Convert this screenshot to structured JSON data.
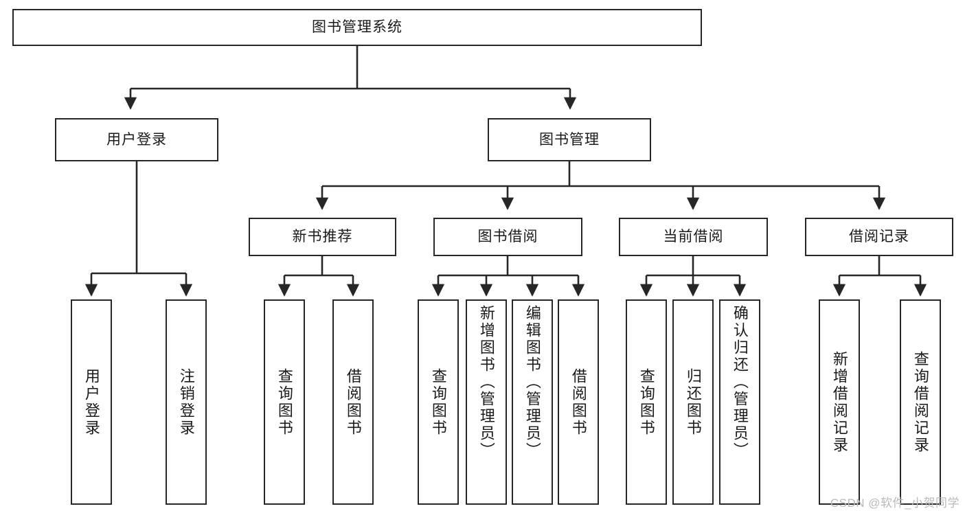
{
  "diagram": {
    "title": "图书管理系统",
    "type": "tree-hierarchy-diagram",
    "root": {
      "label": "图书管理系统"
    },
    "level2": [
      {
        "label": "用户登录"
      },
      {
        "label": "图书管理"
      }
    ],
    "level3": [
      {
        "label": "新书推荐"
      },
      {
        "label": "图书借阅"
      },
      {
        "label": "当前借阅"
      },
      {
        "label": "借阅记录"
      }
    ],
    "leaves": {
      "user_login": [
        {
          "label": "用户登录"
        },
        {
          "label": "注销登录"
        }
      ],
      "new_book_recommend": [
        {
          "label": "查询图书"
        },
        {
          "label": "借阅图书"
        }
      ],
      "book_borrow": [
        {
          "label": "查询图书"
        },
        {
          "label": "新增图书（管理员）"
        },
        {
          "label": "编辑图书（管理员）"
        },
        {
          "label": "借阅图书"
        }
      ],
      "current_borrow": [
        {
          "label": "查询图书"
        },
        {
          "label": "归还图书"
        },
        {
          "label": "确认归还（管理员）"
        }
      ],
      "borrow_record": [
        {
          "label": "新增借阅记录"
        },
        {
          "label": "查询借阅记录"
        }
      ]
    }
  },
  "watermark": {
    "text": "CSDN @软件_小贺同学"
  },
  "colors": {
    "stroke": "#262626",
    "box_fill": "#ffffff",
    "text": "#1a1a1a",
    "watermark": "#b9b9b9"
  }
}
